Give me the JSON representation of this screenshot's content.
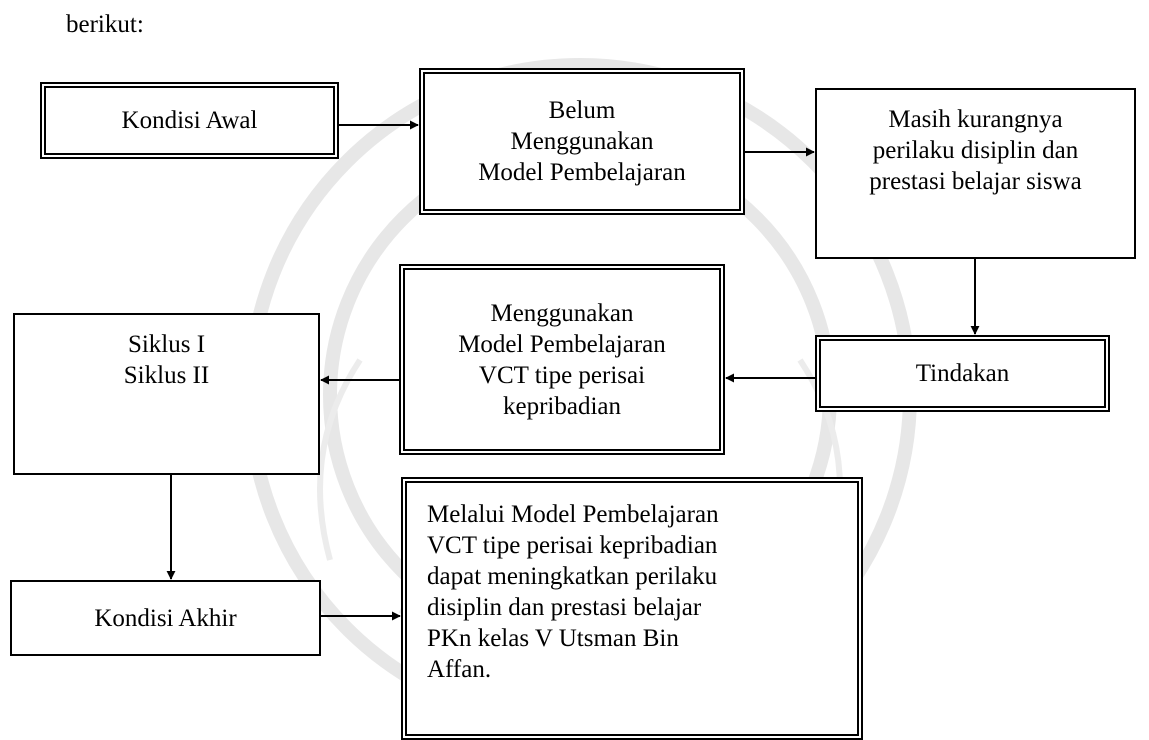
{
  "intro_text": "berikut:",
  "nodes": {
    "kondisi_awal": "Kondisi Awal",
    "belum": "Belum\nMenggunakan\nModel Pembelajaran",
    "masih": "Masih kurangnya\nperilaku disiplin dan\nprestasi belajar siswa",
    "tindakan": "Tindakan",
    "menggunakan": "Menggunakan\nModel Pembelajaran\nVCT tipe perisai\nkepribadian",
    "siklus": "Siklus I\nSiklus II",
    "kondisi_akhir": "Kondisi Akhir",
    "melalui": "Melalui Model Pembelajaran\nVCT tipe perisai kepribadian\ndapat meningkatkan perilaku\ndisiplin dan prestasi  belajar\nPKn kelas V Utsman Bin\nAffan."
  },
  "colors": {
    "line": "#000000",
    "watermark": "#e6e6e6"
  }
}
